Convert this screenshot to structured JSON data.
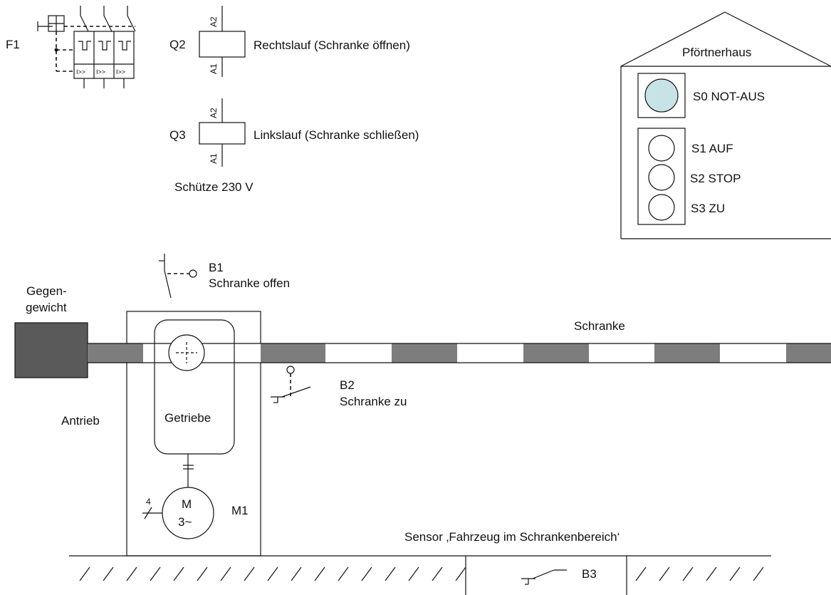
{
  "colors": {
    "line": "#111111",
    "counterweight": "#5a5a5a",
    "barrier_dark": "#7d7d7d",
    "barrier_light": "#ffffff",
    "emergency_button": "#c7e3e6"
  },
  "fuse": {
    "label": "F1",
    "trip_labels": [
      "I>>",
      "I>>",
      "I>>"
    ]
  },
  "contactors": {
    "q2": {
      "label": "Q2",
      "terminal_top": "A2",
      "terminal_bottom": "A1",
      "description": "Rechtslauf (Schranke öffnen)"
    },
    "q3": {
      "label": "Q3",
      "terminal_top": "A2",
      "terminal_bottom": "A1",
      "description": "Linkslauf (Schranke schließen)"
    },
    "caption": "Schütze 230 V"
  },
  "gatehouse": {
    "title": "Pförtnerhaus",
    "emergency": {
      "label": "S0 NOT-AUS",
      "icon": "emergency-stop-button"
    },
    "buttons": [
      {
        "label": "S1 AUF"
      },
      {
        "label": "S2 STOP"
      },
      {
        "label": "S3 ZU"
      }
    ]
  },
  "switches": {
    "b1": {
      "label": "B1",
      "description": "Schranke offen"
    },
    "b2": {
      "label": "B2",
      "description": "Schranke zu"
    },
    "b3": {
      "label": "B3"
    }
  },
  "counterweight": {
    "line1": "Gegen-",
    "line2": "gewicht"
  },
  "barrier": {
    "label": "Schranke"
  },
  "drive": {
    "label": "Antrieb",
    "gearbox": "Getriebe"
  },
  "motor": {
    "symbol": "M",
    "phase": "3~",
    "label": "M1",
    "conductors": "4"
  },
  "sensor": {
    "description": "Sensor ‚Fahrzeug im Schrankenbereich‘"
  }
}
